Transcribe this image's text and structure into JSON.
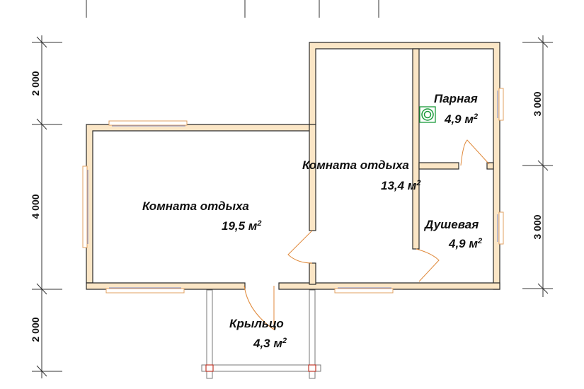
{
  "plan": {
    "colors": {
      "wall_fill": "#fbe6c6",
      "wall_stroke": "#2b2b2b",
      "door": "#e08a3c",
      "window_glass": "#7b8ccc",
      "stove": "#1a9a3a",
      "post_marker": "#c0392b"
    },
    "rooms": [
      {
        "name": "Комната отдыха",
        "area": "19,5 м",
        "sup": "2"
      },
      {
        "name": "Комната отдыха",
        "area": "13,4 м",
        "sup": "2"
      },
      {
        "name": "Парная",
        "area": "4,9 м",
        "sup": "2"
      },
      {
        "name": "Душевая",
        "area": "4,9 м",
        "sup": "2"
      },
      {
        "name": "Крыльцо",
        "area": "4,3 м",
        "sup": "2"
      }
    ],
    "dimensions_left": [
      "2 000",
      "4 000",
      "2 000"
    ],
    "dimensions_right": [
      "3 000",
      "3 000"
    ],
    "stove_icon": "stove-circle-icon"
  }
}
